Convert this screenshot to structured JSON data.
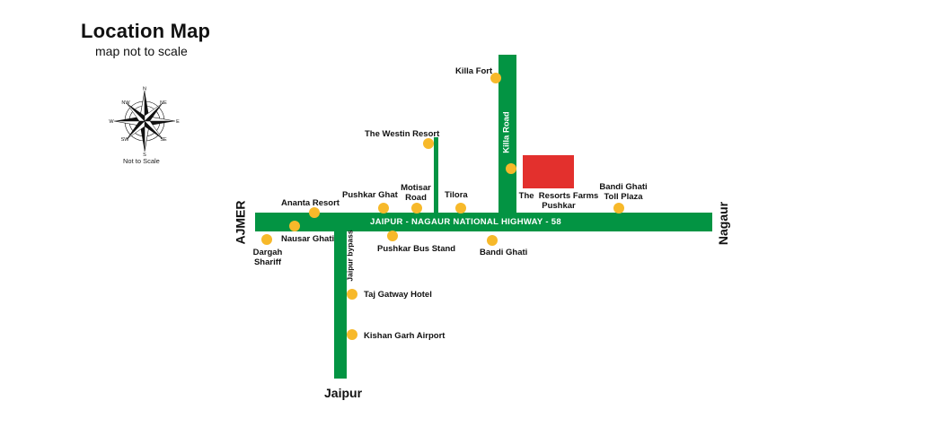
{
  "header": {
    "title": "Location Map",
    "subtitle": "map not to scale"
  },
  "compass": {
    "icon": "compass-rose-icon",
    "labels": {
      "n": "N",
      "ne": "NE",
      "e": "E",
      "se": "SE",
      "s": "S",
      "sw": "SW",
      "w": "W",
      "nw": "NW"
    },
    "note": "Not to Scale"
  },
  "roads": {
    "highway": "JAIPUR - NAGAUR NATIONAL HIGHWAY - 58",
    "killa_road": "Killa Road",
    "jaipur_bypass": "Jaipur bypass"
  },
  "cities": {
    "ajmer": "AJMER",
    "nagaur": "Nagaur",
    "jaipur": "Jaipur"
  },
  "places": {
    "killa_fort": "Killa Fort",
    "westin": "The Westin Resort",
    "ananta": "Ananta Resort",
    "pushkar_ghat": "Pushkar Ghat",
    "motisar_1": "Motisar",
    "motisar_2": "Road",
    "tilora": "Tilora",
    "resort_1": "The  Resorts Farms",
    "resort_2": "Pushkar",
    "bandi_toll_1": "Bandi Ghati",
    "bandi_toll_2": "Toll Plaza",
    "nausar": "Nausar Ghati",
    "dargah_1": "Dargah",
    "dargah_2": "Shariff",
    "bus_stand": "Pushkar Bus Stand",
    "bandi_ghati": "Bandi Ghati",
    "taj": "Taj Gatway Hotel",
    "kishangarh": "Kishan Garh Airport"
  },
  "colors": {
    "road": "#039443",
    "marker": "#f7b92a",
    "resort": "#e3302d"
  }
}
